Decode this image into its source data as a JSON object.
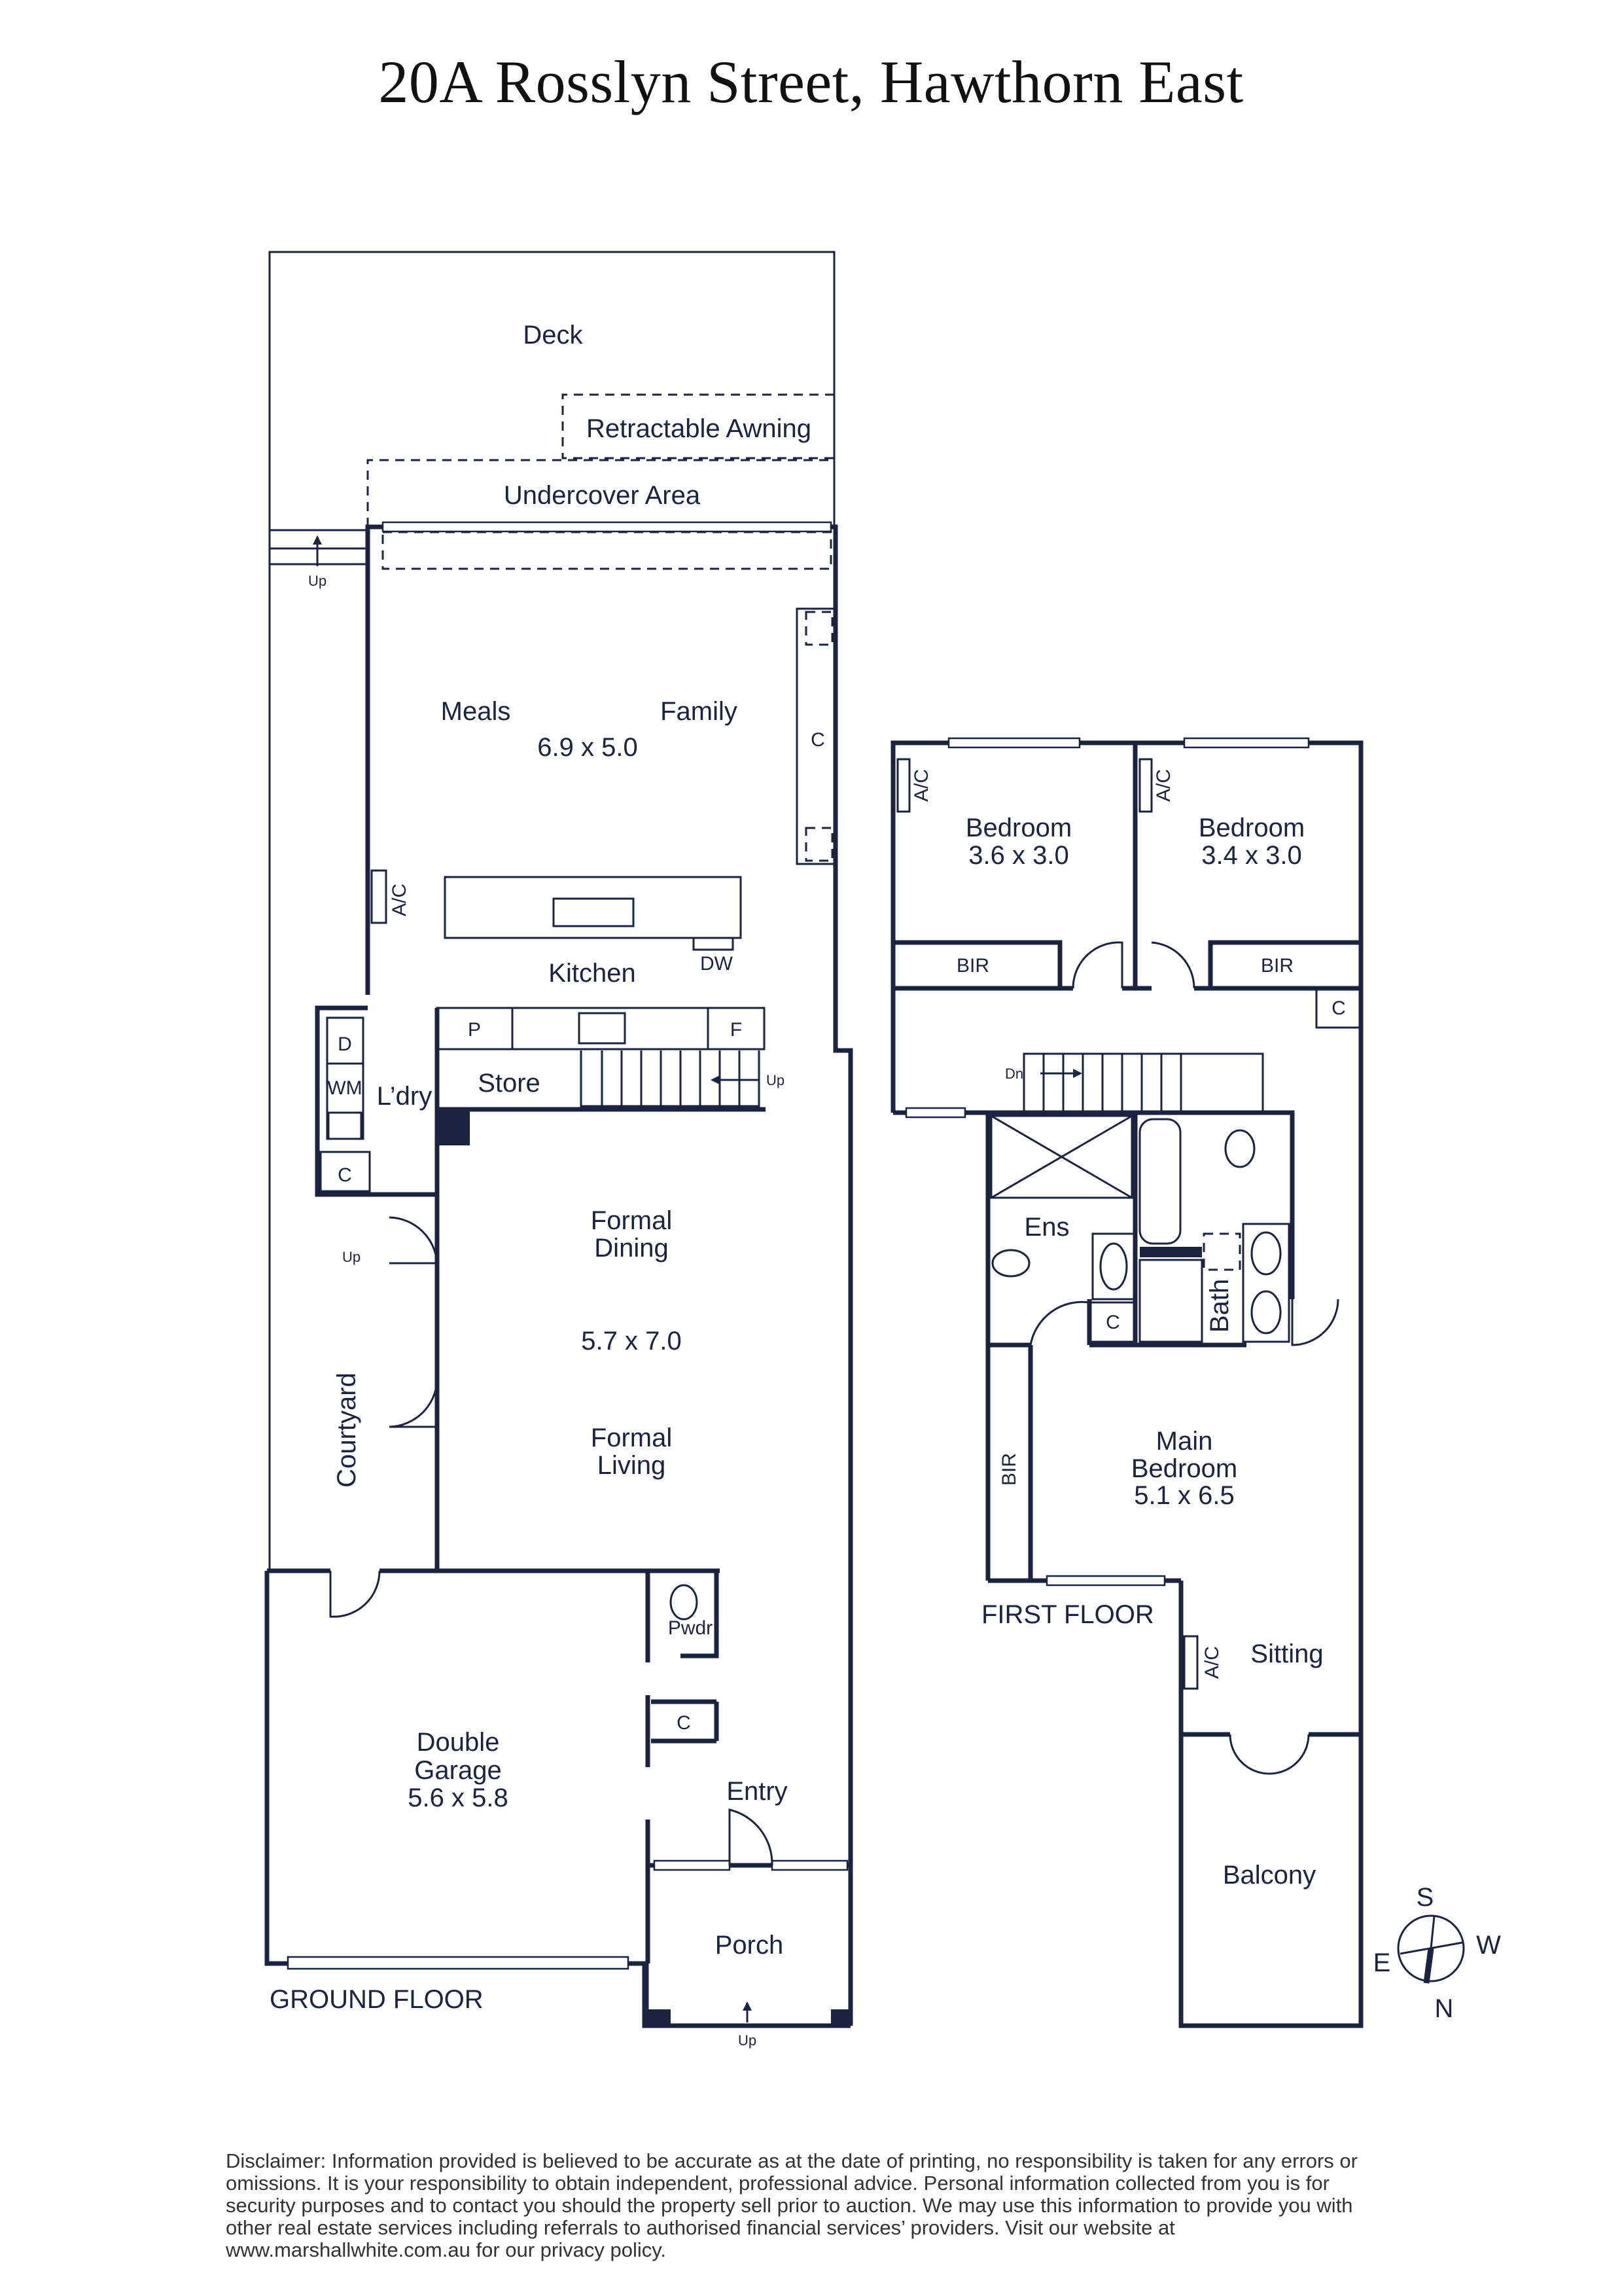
{
  "title": "20A Rosslyn Street, Hawthorn East",
  "ground_floor": {
    "label": "GROUND FLOOR",
    "deck": "Deck",
    "retractable_awning": "Retractable Awning",
    "undercover_area": "Undercover Area",
    "up": "Up",
    "meals": "Meals",
    "family": "Family",
    "meals_family_size": "6.9 x 5.0",
    "cupboard": "C",
    "ac": "A/C",
    "kitchen": "Kitchen",
    "dw": "DW",
    "pantry": "P",
    "fridge": "F",
    "dryer": "D",
    "wm": "WM",
    "laundry": "L’dry",
    "store": "Store",
    "formal_dining": "Formal\nDining",
    "dining_living_size": "5.7 x 7.0",
    "formal_living": "Formal\nLiving",
    "courtyard": "Courtyard",
    "powder": "Pwdr",
    "double_garage": "Double\nGarage",
    "garage_size": "5.6 x 5.8",
    "entry": "Entry",
    "porch": "Porch"
  },
  "first_floor": {
    "label": "FIRST FLOOR",
    "bedroom_a": "Bedroom",
    "bedroom_a_size": "3.6 x 3.0",
    "bedroom_b": "Bedroom",
    "bedroom_b_size": "3.4 x 3.0",
    "ac": "A/C",
    "bir": "BIR",
    "cupboard": "C",
    "dn": "Dn",
    "ens": "Ens",
    "bath": "Bath",
    "main_bedroom": "Main\nBedroom",
    "main_bedroom_size": "5.1 x 6.5",
    "sitting": "Sitting",
    "balcony": "Balcony"
  },
  "compass": {
    "s": "S",
    "w": "W",
    "e": "E",
    "n": "N"
  },
  "disclaimer": "Disclaimer: Information provided is believed to be accurate as at the date of printing, no responsibility is taken for any errors or omissions. It is your responsibility to obtain independent, professional advice. Personal information collected from you is for security purposes and to contact you should the property sell prior to auction. We may use this information to provide you with other real estate services including referrals to authorised financial services’ providers. Visit our website at www.marshallwhite.com.au for our privacy policy.",
  "colors": {
    "ink": "#1c2340"
  }
}
